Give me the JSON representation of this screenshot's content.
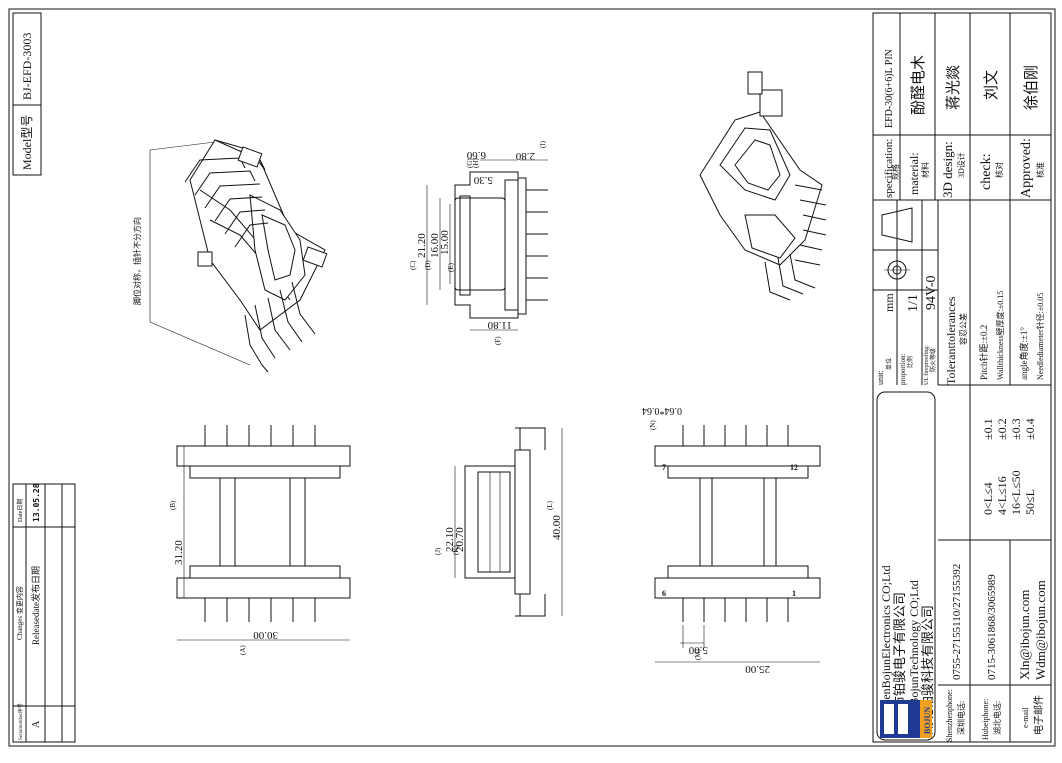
{
  "model": {
    "label": "Model型号",
    "value": "BJ-EFD-3003"
  },
  "changes_table": {
    "headers": [
      "Serialnumber序号",
      "Changes 变更内容",
      "Date日期"
    ],
    "rows": [
      {
        "serial": "A",
        "change": "Releasedate发布日期",
        "date": "13.05.28"
      }
    ]
  },
  "dimensions": {
    "side_top": {
      "c": "21.20",
      "d": "16.00",
      "e": "15.00",
      "g": "6.60",
      "h": "5.30",
      "i": "2.80",
      "f": "11.80"
    },
    "labels_side_top": {
      "c": "(C)",
      "d": "(D)",
      "e": "(E)",
      "g": "(G)",
      "h": "(H)",
      "i": "(I)",
      "f": "(F)"
    },
    "front": {
      "b": "31.20",
      "a": "30.00"
    },
    "labels_front": {
      "b": "(B)",
      "a": "(A)"
    },
    "side_bottom": {
      "j": "22.10",
      "k": "20.70",
      "l": "40.00"
    },
    "labels_side_bottom": {
      "j": "(J)",
      "k": "(K)",
      "l": "(L)"
    },
    "back": {
      "n": "0.64*0.64",
      "m": "5.00",
      "total": "25.00"
    },
    "labels_back": {
      "n": "(N)",
      "m": "(M)"
    },
    "pin_marks": {
      "p7": "7",
      "p12": "12",
      "p6": "6",
      "p1": "1"
    }
  },
  "iso_note": "脚位对称，插针不分方向",
  "title_block": {
    "specification": {
      "label": "specification:",
      "label_cn": "规格",
      "value": "EFD-30(6+6)L PIN"
    },
    "material": {
      "label": "material:",
      "label_cn": "材料",
      "value": "酚醛电木"
    },
    "design": {
      "label": "3D design:",
      "label_cn": "3D设计",
      "value": "蒋光燚"
    },
    "check": {
      "label": "check:",
      "label_cn": "核对",
      "value": "刘文"
    },
    "approved": {
      "label": "Approved:",
      "label_cn": "核准",
      "value": "徐伯刚"
    },
    "unit": {
      "label": "unit:",
      "label_cn": "单位",
      "value": "mm"
    },
    "proportion": {
      "label": "proportion:",
      "label_cn": "比例",
      "value": "1/1"
    },
    "ul": {
      "label": "UL fireproofing:",
      "label_cn": "防火等级",
      "value": "94V-0"
    },
    "tolerances": {
      "title": "Toleranttolerances",
      "title_cn": "容忍公差",
      "ranges": [
        {
          "range": "0<L≤4",
          "tol": "±0.1"
        },
        {
          "range": "4<L≤16",
          "tol": "±0.2"
        },
        {
          "range": "16<L≤50",
          "tol": "±0.3"
        },
        {
          "range": "50≤L",
          "tol": "±0.4"
        }
      ],
      "pitch": "Pitch针距:±0.2",
      "wall": "Wallthickness壁厚度:±0.15",
      "angle": "angle角度:±1°",
      "needle": "Needlediameter针径:±0.05"
    },
    "company": {
      "en1": "ShenzhenBojunElectronics CO;Ltd",
      "cn1": "深圳市铂骏电子有限公司",
      "en2": "HubeiBojunTechnology CO;Ltd",
      "cn2": "湖北铂骏科技有限公司"
    },
    "logo_text": "BOJUN",
    "contacts": {
      "sz_label": "Shenzhenphone:",
      "sz_label_cn": "深圳电话:",
      "sz_value": "0755-27155110/27155392",
      "hb_label": "Hubeiphone:",
      "hb_label_cn": "湖北电话:",
      "hb_value": "0715-3061868/3065989",
      "mail_label": "e-mail",
      "mail_label_cn": "电子邮件",
      "mail1": "Xln@ibojun.com",
      "mail2": "Wdm@ibojun.com"
    }
  }
}
